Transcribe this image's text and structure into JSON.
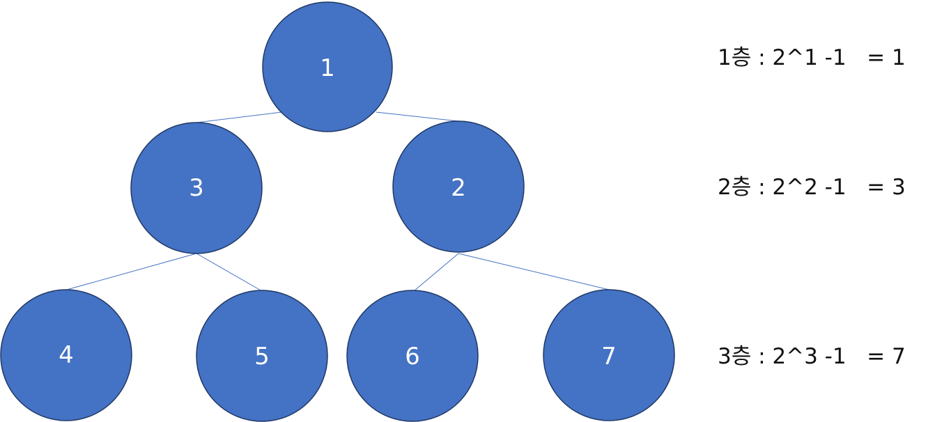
{
  "nodes": [
    {
      "id": "1",
      "label": "1"
    },
    {
      "id": "3",
      "label": "3"
    },
    {
      "id": "2",
      "label": "2"
    },
    {
      "id": "4",
      "label": "4"
    },
    {
      "id": "5",
      "label": "5"
    },
    {
      "id": "6",
      "label": "6"
    },
    {
      "id": "7",
      "label": "7"
    }
  ],
  "edges": [
    {
      "from": "1",
      "to": "3"
    },
    {
      "from": "1",
      "to": "2"
    },
    {
      "from": "3",
      "to": "4"
    },
    {
      "from": "3",
      "to": "5"
    },
    {
      "from": "2",
      "to": "6"
    },
    {
      "from": "2",
      "to": "7"
    }
  ],
  "level_labels": [
    "1층 : 2^1 -1   = 1",
    "2층 : 2^2 -1   = 3",
    "3층 : 2^3 -1   = 7"
  ],
  "colors": {
    "node_fill": "#4472c4",
    "node_stroke": "#1f3864",
    "edge": "#4472c4",
    "node_text": "#ffffff"
  }
}
